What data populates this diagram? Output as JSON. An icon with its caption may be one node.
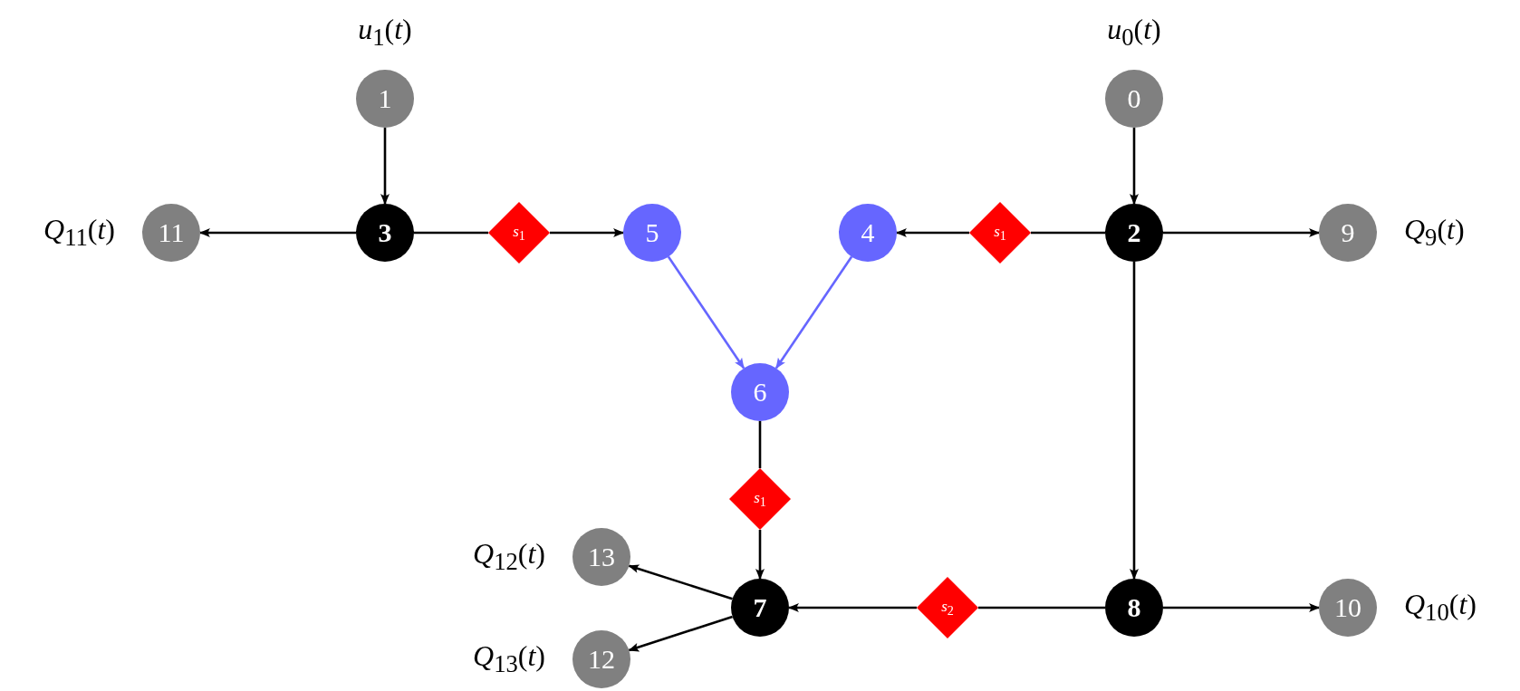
{
  "diagram": {
    "nodes": [
      {
        "text": [
          "1"
        ],
        "beside": [
          "*u*$_{1}$(*t*)"
        ]
      },
      {
        "text": [
          "0"
        ],
        "beside": [
          "*u*$_{0}$(*t*)"
        ]
      },
      {
        "text": [
          "11"
        ],
        "beside": [
          "*Q*$_{11}$(*t*)"
        ]
      },
      {
        "text": [
          "3"
        ]
      },
      {
        "text": [
          "*s*$_{1}$"
        ]
      },
      {
        "text": [
          "5"
        ]
      },
      {
        "text": [
          "4"
        ]
      },
      {
        "text": [
          "*s*$_{1}$"
        ]
      },
      {
        "text": [
          "2"
        ]
      },
      {
        "text": [
          "9"
        ],
        "beside": [
          "*Q*$_{9}$(*t*)"
        ]
      },
      {
        "text": [
          "6"
        ]
      },
      {
        "text": [
          "*s*$_{1}$"
        ]
      },
      {
        "text": [
          "13"
        ],
        "beside": [
          "*Q*$_{12}$(*t*)"
        ]
      },
      {
        "text": [
          "7"
        ]
      },
      {
        "text": [
          "*s*$_{2}$"
        ]
      },
      {
        "text": [
          "8"
        ]
      },
      {
        "text": [
          "10"
        ],
        "beside": [
          "*Q*$_{10}$(*t*)"
        ]
      },
      {
        "text": [
          "12"
        ],
        "beside": [
          "*Q*$_{13}$(*t*)"
        ]
      }
    ],
    "edges": [
      {
        "from": 0,
        "to": 3,
        "arrow": "to"
      },
      {
        "from": 1,
        "to": 8,
        "arrow": "to"
      },
      {
        "from": 3,
        "to": 2,
        "arrow": "to"
      },
      {
        "from": 3,
        "to": 4,
        "arrow": "none"
      },
      {
        "from": 4,
        "to": 5,
        "arrow": "to"
      },
      {
        "from": 8,
        "to": 7,
        "arrow": "none"
      },
      {
        "from": 7,
        "to": 6,
        "arrow": "to"
      },
      {
        "from": 8,
        "to": 9,
        "arrow": "to"
      },
      {
        "from": 5,
        "to": 10,
        "arrow": "to",
        "color": "#6666ff"
      },
      {
        "from": 6,
        "to": 10,
        "arrow": "to",
        "color": "#6666ff"
      },
      {
        "from": 8,
        "to": 15,
        "arrow": "to"
      },
      {
        "from": 10,
        "to": 11,
        "arrow": "none"
      },
      {
        "from": 11,
        "to": 13,
        "arrow": "to"
      },
      {
        "from": 15,
        "to": 14,
        "arrow": "none"
      },
      {
        "from": 14,
        "to": 13,
        "arrow": "to"
      },
      {
        "from": 15,
        "to": 16,
        "arrow": "to"
      },
      {
        "from": 13,
        "to": 12,
        "arrow": "to"
      },
      {
        "from": 13,
        "to": 17,
        "arrow": "to"
      }
    ]
  }
}
